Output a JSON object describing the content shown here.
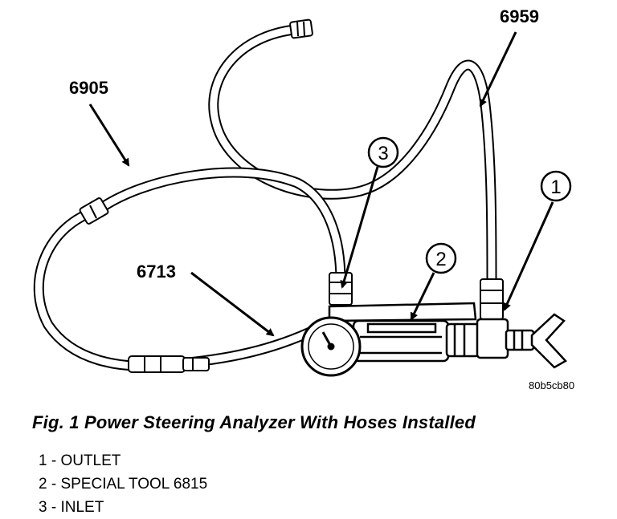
{
  "figure": {
    "labels": {
      "hose_6905": "6905",
      "hose_6959": "6959",
      "hose_6713": "6713",
      "callout_1": "1",
      "callout_2": "2",
      "callout_3": "3"
    },
    "image_code": "80b5cb80"
  },
  "caption": "Fig. 1 Power Steering Analyzer With Hoses Installed",
  "legend": [
    "1 - OUTLET",
    "2 - SPECIAL TOOL 6815",
    "3 - INLET"
  ]
}
